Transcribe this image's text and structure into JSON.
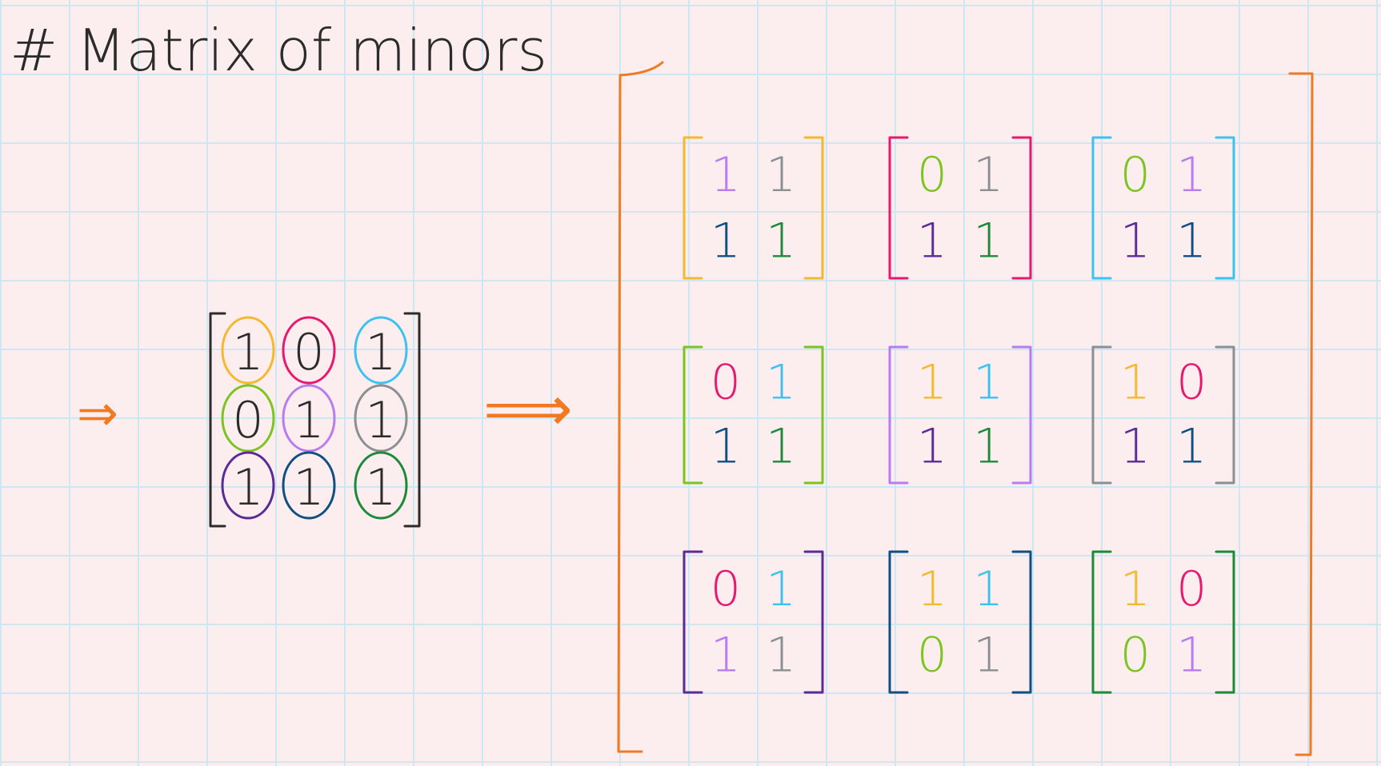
{
  "title": "# Matrix of minors",
  "colors": {
    "ink": "#2b2b2b",
    "orange": "#f07a22",
    "yellow": "#f5b82e",
    "pink": "#e8186d",
    "cyan": "#3cc2f0",
    "lime": "#7cc41f",
    "lavender": "#b87cf0",
    "gray": "#8a8f93",
    "purple": "#5b2a94",
    "navy": "#0f4f82",
    "green": "#1b8a3a"
  },
  "arrow_small": "⇒",
  "arrow_large": "⟹",
  "matrix": {
    "cells": [
      [
        {
          "v": "1",
          "c": "yellow"
        },
        {
          "v": "0",
          "c": "pink"
        },
        {
          "v": "1",
          "c": "cyan"
        }
      ],
      [
        {
          "v": "0",
          "c": "lime"
        },
        {
          "v": "1",
          "c": "lavender"
        },
        {
          "v": "1",
          "c": "gray"
        }
      ],
      [
        {
          "v": "1",
          "c": "purple"
        },
        {
          "v": "1",
          "c": "navy"
        },
        {
          "v": "1",
          "c": "green"
        }
      ]
    ]
  },
  "minors": [
    [
      {
        "bracket": "yellow",
        "cells": [
          [
            {
              "v": "1",
              "c": "lavender"
            },
            {
              "v": "1",
              "c": "gray"
            }
          ],
          [
            {
              "v": "1",
              "c": "navy"
            },
            {
              "v": "1",
              "c": "green"
            }
          ]
        ]
      },
      {
        "bracket": "pink",
        "cells": [
          [
            {
              "v": "0",
              "c": "lime"
            },
            {
              "v": "1",
              "c": "gray"
            }
          ],
          [
            {
              "v": "1",
              "c": "purple"
            },
            {
              "v": "1",
              "c": "green"
            }
          ]
        ]
      },
      {
        "bracket": "cyan",
        "cells": [
          [
            {
              "v": "0",
              "c": "lime"
            },
            {
              "v": "1",
              "c": "lavender"
            }
          ],
          [
            {
              "v": "1",
              "c": "purple"
            },
            {
              "v": "1",
              "c": "navy"
            }
          ]
        ]
      }
    ],
    [
      {
        "bracket": "lime",
        "cells": [
          [
            {
              "v": "0",
              "c": "pink"
            },
            {
              "v": "1",
              "c": "cyan"
            }
          ],
          [
            {
              "v": "1",
              "c": "navy"
            },
            {
              "v": "1",
              "c": "green"
            }
          ]
        ]
      },
      {
        "bracket": "lavender",
        "cells": [
          [
            {
              "v": "1",
              "c": "yellow"
            },
            {
              "v": "1",
              "c": "cyan"
            }
          ],
          [
            {
              "v": "1",
              "c": "purple"
            },
            {
              "v": "1",
              "c": "green"
            }
          ]
        ]
      },
      {
        "bracket": "gray",
        "cells": [
          [
            {
              "v": "1",
              "c": "yellow"
            },
            {
              "v": "0",
              "c": "pink"
            }
          ],
          [
            {
              "v": "1",
              "c": "purple"
            },
            {
              "v": "1",
              "c": "navy"
            }
          ]
        ]
      }
    ],
    [
      {
        "bracket": "purple",
        "cells": [
          [
            {
              "v": "0",
              "c": "pink"
            },
            {
              "v": "1",
              "c": "cyan"
            }
          ],
          [
            {
              "v": "1",
              "c": "lavender"
            },
            {
              "v": "1",
              "c": "gray"
            }
          ]
        ]
      },
      {
        "bracket": "navy",
        "cells": [
          [
            {
              "v": "1",
              "c": "yellow"
            },
            {
              "v": "1",
              "c": "cyan"
            }
          ],
          [
            {
              "v": "0",
              "c": "lime"
            },
            {
              "v": "1",
              "c": "gray"
            }
          ]
        ]
      },
      {
        "bracket": "green",
        "cells": [
          [
            {
              "v": "1",
              "c": "yellow"
            },
            {
              "v": "0",
              "c": "pink"
            }
          ],
          [
            {
              "v": "0",
              "c": "lime"
            },
            {
              "v": "1",
              "c": "lavender"
            }
          ]
        ]
      }
    ]
  ]
}
